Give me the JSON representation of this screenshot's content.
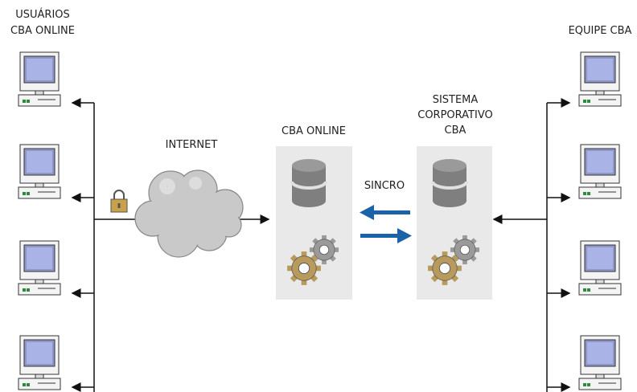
{
  "labels": {
    "users_line1": "USUÁRIOS",
    "users_line2": "CBA ONLINE",
    "internet": "INTERNET",
    "cba_online": "CBA ONLINE",
    "system_line1": "SISTEMA",
    "system_line2": "CORPORATIVO",
    "system_line3": "CBA",
    "sincro": "SINCRO",
    "team": "EQUIPE CBA"
  },
  "colors": {
    "line": "#111111",
    "server_panel": "#e9e9e9",
    "database": "#7f7f7f",
    "database_band": "#e0e0e0",
    "sync_arrow": "#1a63a8",
    "gear_gold": "#b89a5c",
    "gear_gray": "#9a9a9a",
    "lock": "#c8a24a",
    "screen": "#a9b3e6",
    "cloud": "#c9c9c9"
  },
  "icons": {
    "computer": "computer-icon",
    "database": "database-icon",
    "gear": "gear-icon",
    "cloud": "cloud-icon",
    "lock": "lock-icon",
    "arrow": "sync-arrow-icon"
  }
}
